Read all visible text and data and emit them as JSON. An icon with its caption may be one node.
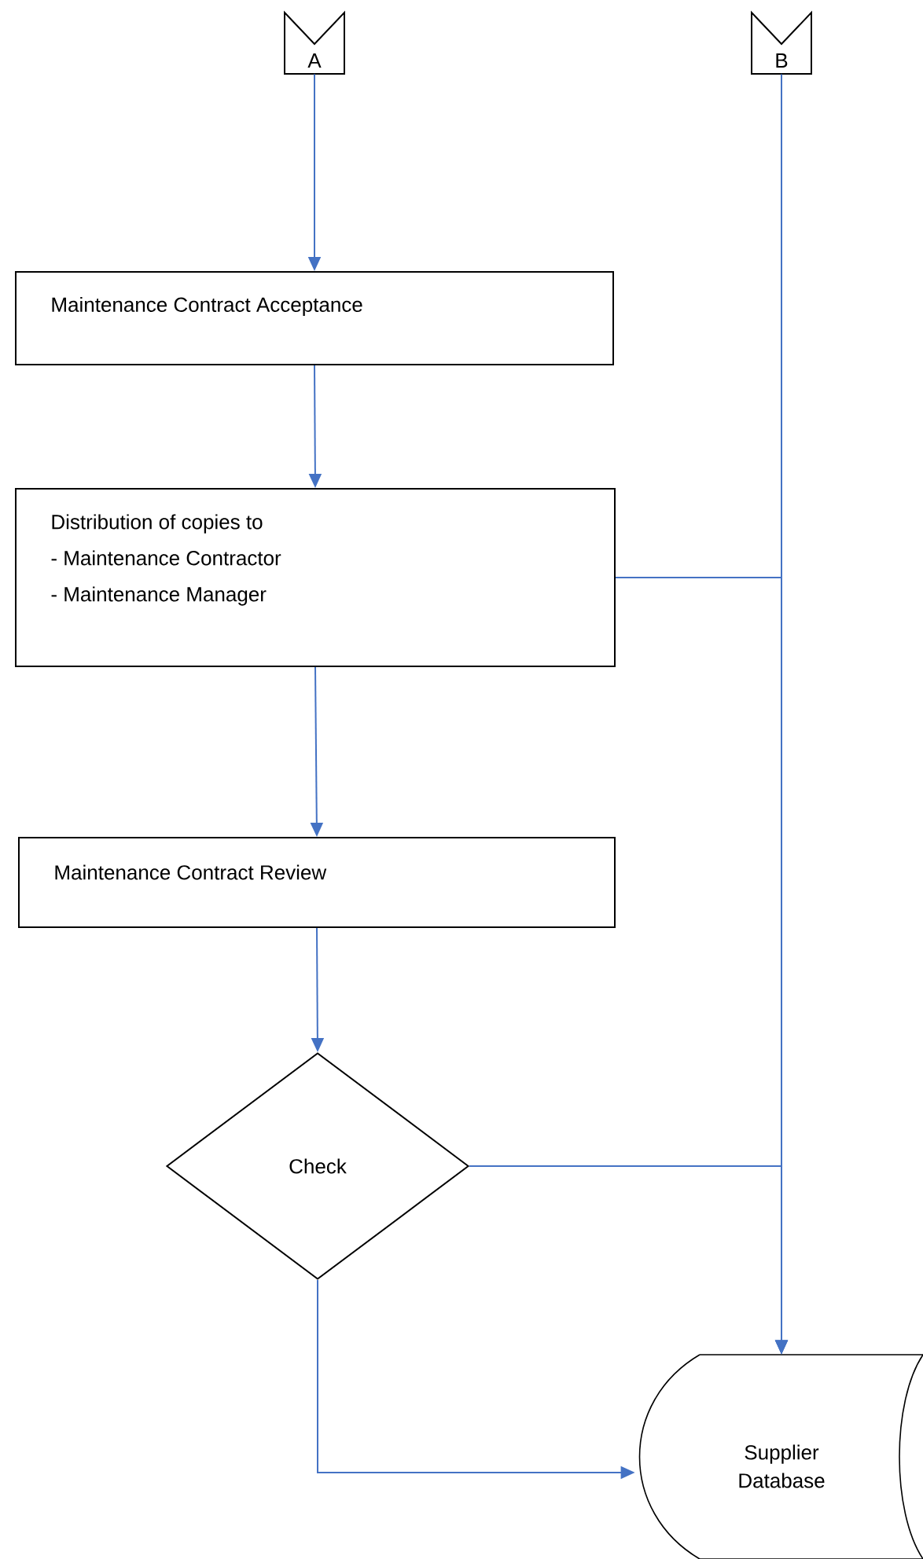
{
  "diagram": {
    "nodes": [
      {
        "text": [
          "A"
        ]
      },
      {
        "text": [
          "B"
        ]
      },
      {
        "text": [
          "Maintenance Contract Acceptance"
        ]
      },
      {
        "text": [
          "Distribution of copies to",
          "- Maintenance Contractor",
          "- Maintenance Manager"
        ]
      },
      {
        "text": [
          "Maintenance Contract Review"
        ]
      },
      {
        "text": [
          "Check"
        ]
      },
      {
        "text": [
          "Supplier Database"
        ]
      }
    ],
    "edges": [
      {
        "from": 0,
        "to": 2,
        "arrow": "to"
      },
      {
        "from": 2,
        "to": 3,
        "arrow": "to"
      },
      {
        "from": 3,
        "to": 4,
        "arrow": "to"
      },
      {
        "from": 4,
        "to": 5,
        "arrow": "to"
      },
      {
        "from": 1,
        "to": 6,
        "arrow": "to"
      },
      {
        "from": 3,
        "to": 6,
        "arrow": "to"
      },
      {
        "from": 5,
        "to": 6,
        "arrow": "to"
      },
      {
        "from": 5,
        "to": 6,
        "arrow": "to"
      }
    ]
  }
}
